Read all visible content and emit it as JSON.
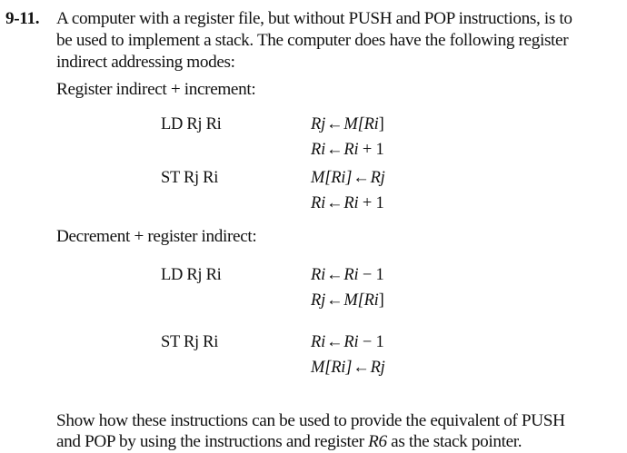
{
  "problem": {
    "number": "9-11.",
    "intro_lines": [
      "A computer with a register file, but without PUSH and POP instructions, is to",
      "be used to implement a stack. The computer does have the following register",
      "indirect addressing modes:"
    ]
  },
  "modes": [
    {
      "heading": "Register indirect + increment:",
      "instructions": [
        {
          "mnemonic": "LD Rj Ri",
          "ops": [
            {
              "lhs": "Rj",
              "arrow": "←",
              "rhs_a": "M[",
              "rhs_b": "Ri",
              "rhs_c": "]"
            },
            {
              "lhs": "Ri",
              "arrow": "←",
              "rhs_a": "Ri",
              "rhs_b": " + 1",
              "rhs_c": ""
            }
          ]
        },
        {
          "mnemonic": "ST Rj Ri",
          "ops": [
            {
              "lhs": "M[Ri]",
              "arrow": "←",
              "rhs_a": "Rj",
              "rhs_b": "",
              "rhs_c": ""
            },
            {
              "lhs": "Ri",
              "arrow": "←",
              "rhs_a": "Ri",
              "rhs_b": " + 1",
              "rhs_c": ""
            }
          ]
        }
      ]
    },
    {
      "heading": "Decrement + register indirect:",
      "instructions": [
        {
          "mnemonic": "LD Rj Ri",
          "ops": [
            {
              "lhs": "Ri",
              "arrow": "←",
              "rhs_a": "Ri",
              "rhs_b": " − 1",
              "rhs_c": ""
            },
            {
              "lhs": "Rj",
              "arrow": "←",
              "rhs_a": "M[",
              "rhs_b": "Ri",
              "rhs_c": "]"
            }
          ]
        },
        {
          "mnemonic": "ST Rj Ri",
          "ops": [
            {
              "lhs": "Ri",
              "arrow": "←",
              "rhs_a": "Ri",
              "rhs_b": " − 1",
              "rhs_c": ""
            },
            {
              "lhs": "M[Ri]",
              "arrow": "←",
              "rhs_a": "Rj",
              "rhs_b": "",
              "rhs_c": ""
            }
          ]
        }
      ]
    }
  ],
  "question": {
    "line1": "Show how these instructions can be used to provide the equivalent of PUSH",
    "line2_pre": "and POP by using the instructions and register ",
    "line2_reg": "R6",
    "line2_post": " as the stack pointer."
  }
}
